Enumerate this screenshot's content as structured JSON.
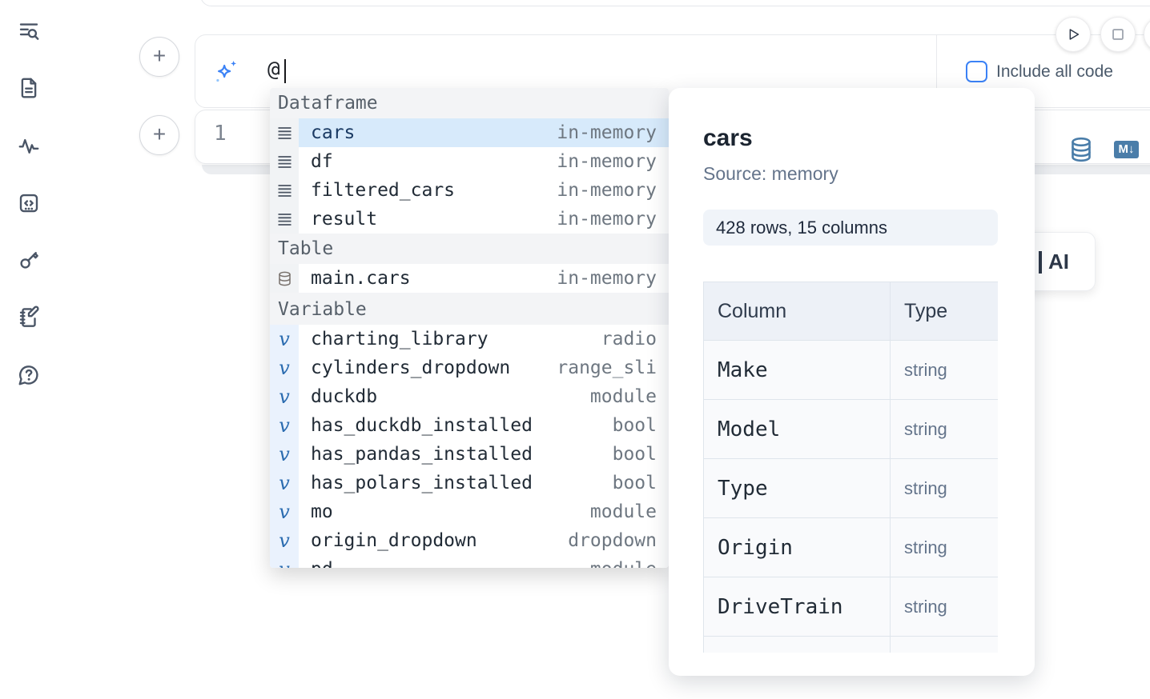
{
  "sidebar": {
    "items": [
      {
        "icon": "list-search-icon"
      },
      {
        "icon": "file-text-icon"
      },
      {
        "icon": "activity-icon"
      },
      {
        "icon": "code-snippets-icon"
      },
      {
        "icon": "key-icon"
      },
      {
        "icon": "scratchpad-icon"
      },
      {
        "icon": "help-icon"
      }
    ]
  },
  "ai_prompt": {
    "value": "@",
    "include_all_code_label": "Include all code"
  },
  "code_cell": {
    "line_number": "1",
    "markdown_badge": "M↓"
  },
  "variable_marker": "v",
  "autocomplete": {
    "sections": [
      {
        "label": "Dataframe",
        "items": [
          {
            "name": "cars",
            "type": "in-memory",
            "selected": true
          },
          {
            "name": "df",
            "type": "in-memory"
          },
          {
            "name": "filtered_cars",
            "type": "in-memory"
          },
          {
            "name": "result",
            "type": "in-memory"
          }
        ]
      },
      {
        "label": "Table",
        "items": [
          {
            "name": "main.cars",
            "type": "in-memory"
          }
        ]
      },
      {
        "label": "Variable",
        "items": [
          {
            "name": "charting_library",
            "type": "radio"
          },
          {
            "name": "cylinders_dropdown",
            "type": "range_sli"
          },
          {
            "name": "duckdb",
            "type": "module"
          },
          {
            "name": "has_duckdb_installed",
            "type": "bool"
          },
          {
            "name": "has_pandas_installed",
            "type": "bool"
          },
          {
            "name": "has_polars_installed",
            "type": "bool"
          },
          {
            "name": "mo",
            "type": "module"
          },
          {
            "name": "origin_dropdown",
            "type": "dropdown"
          },
          {
            "name": "pd",
            "type": "module"
          }
        ]
      }
    ]
  },
  "preview": {
    "title": "cars",
    "source_label": "Source: memory",
    "shape_badge": "428 rows, 15 columns",
    "table": {
      "headers": [
        "Column",
        "Type"
      ],
      "rows": [
        {
          "column": "Make",
          "type": "string"
        },
        {
          "column": "Model",
          "type": "string"
        },
        {
          "column": "Type",
          "type": "string"
        },
        {
          "column": "Origin",
          "type": "string"
        },
        {
          "column": "DriveTrain",
          "type": "string"
        }
      ]
    }
  },
  "ai_button": {
    "visible_label": "AI"
  },
  "colors": {
    "accent": "#3b82f6",
    "selection": "#d7eafb",
    "steel_blue": "#4a7da9"
  }
}
